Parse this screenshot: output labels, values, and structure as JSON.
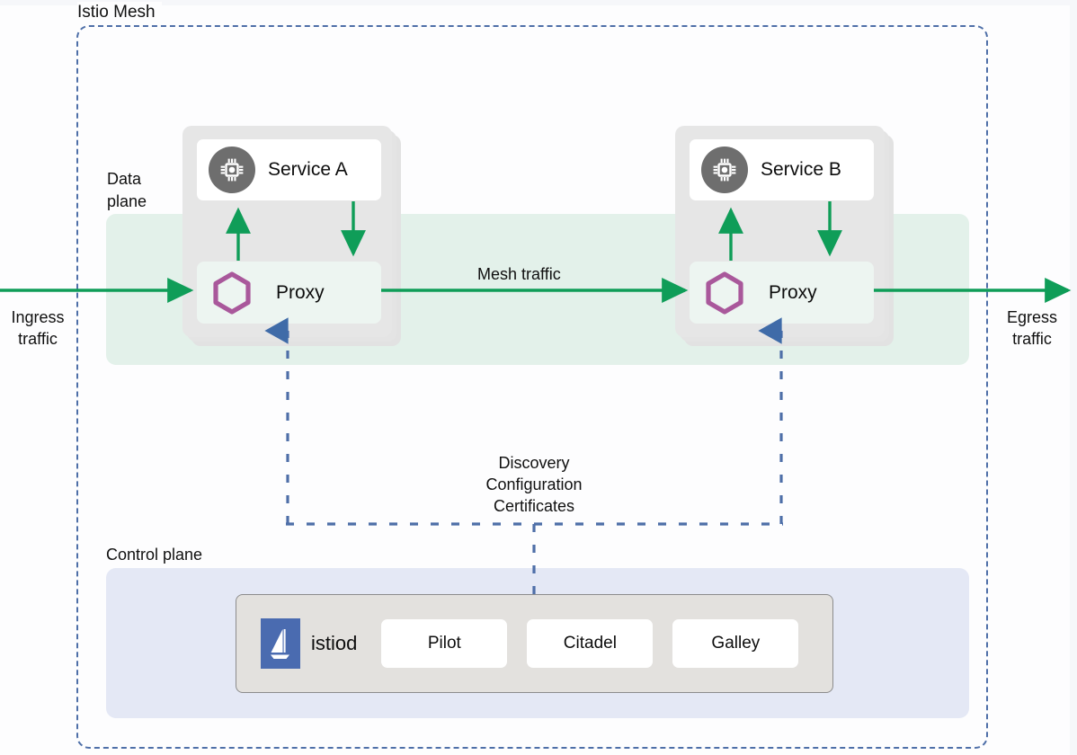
{
  "diagram": {
    "title": "Istio Mesh",
    "mesh_border_color": "#4e6fa8",
    "traffic_color": "#0f9d58",
    "control_color": "#4a6bb0",
    "hexagon_color": "#a9589b"
  },
  "labels": {
    "data_plane": "Data\nplane",
    "control_plane": "Control plane",
    "ingress": "Ingress\ntraffic",
    "egress": "Egress\ntraffic",
    "mesh_traffic": "Mesh traffic",
    "discovery": "Discovery\nConfiguration\nCertificates"
  },
  "pods": [
    {
      "id": "pod-a",
      "service_label": "Service A",
      "proxy_label": "Proxy",
      "service_icon": "chip-icon",
      "proxy_icon": "hexagon-icon"
    },
    {
      "id": "pod-b",
      "service_label": "Service B",
      "proxy_label": "Proxy",
      "service_icon": "chip-icon",
      "proxy_icon": "hexagon-icon"
    }
  ],
  "control_plane": {
    "istiod_label": "istiod",
    "istiod_icon": "istio-sail-logo",
    "components": [
      {
        "label": "Pilot"
      },
      {
        "label": "Citadel"
      },
      {
        "label": "Galley"
      }
    ]
  }
}
